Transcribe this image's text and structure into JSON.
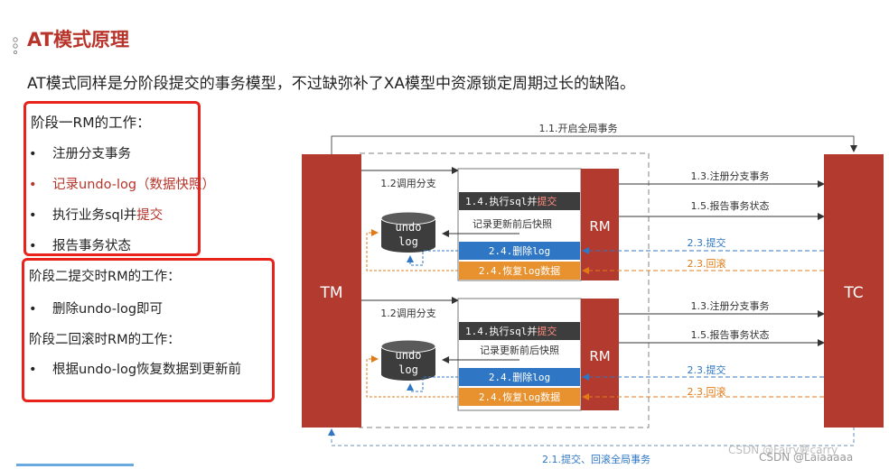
{
  "title": "AT模式原理",
  "intro": "AT模式同样是分阶段提交的事务模型，不过缺弥补了XA模型中资源锁定周期过长的缺陷。",
  "phase1": {
    "heading": "阶段一RM的工作：",
    "items": [
      {
        "text": "注册分支事务",
        "highlight": ""
      },
      {
        "text": "记录undo-log（数据快照）",
        "highlight": ""
      },
      {
        "text": "执行业务sql并",
        "highlight": "提交"
      },
      {
        "text": "报告事务状态",
        "highlight": ""
      }
    ]
  },
  "phase2_commit": {
    "heading": "阶段二提交时RM的工作：",
    "items": [
      "删除undo-log即可"
    ]
  },
  "phase2_rollback": {
    "heading": "阶段二回滚时RM的工作：",
    "items": [
      "根据undo-log恢复数据到更新前"
    ]
  },
  "bullet_char": "•",
  "diagram": {
    "tm_label": "TM",
    "tc_label": "TC",
    "rm_label": "RM",
    "undo_line1": "undo",
    "undo_line2": "log",
    "start_global": "1.1.开启全局事务",
    "end_global": "2.1.提交、回滚全局事务",
    "call_branch": "1.2调用分支",
    "exec_sql_prefix": "1.4.执行sql并",
    "exec_sql_hl": "提交",
    "record_snapshot": "记录更新前后快照",
    "delete_log": "2.4.删除log",
    "restore_log": "2.4.恢复log数据",
    "register_branch": "1.3.注册分支事务",
    "report_status": "1.5.报告事务状态",
    "commit": "2.3.提交",
    "rollback": "2.3.回滚"
  },
  "colors": {
    "accent_red": "#b8342b",
    "box_red": "#e8231b",
    "node_red": "#b33a2f",
    "cmd_dark": "#3d3d3d",
    "delete_blue": "#2f77c4",
    "restore_orange": "#e8912f",
    "commit_blue": "#2f77c4",
    "rollback_orange": "#e07b18"
  },
  "watermarks": [
    "CSDN @Fairy要carry",
    "CSDN @Laiaaaaa"
  ]
}
